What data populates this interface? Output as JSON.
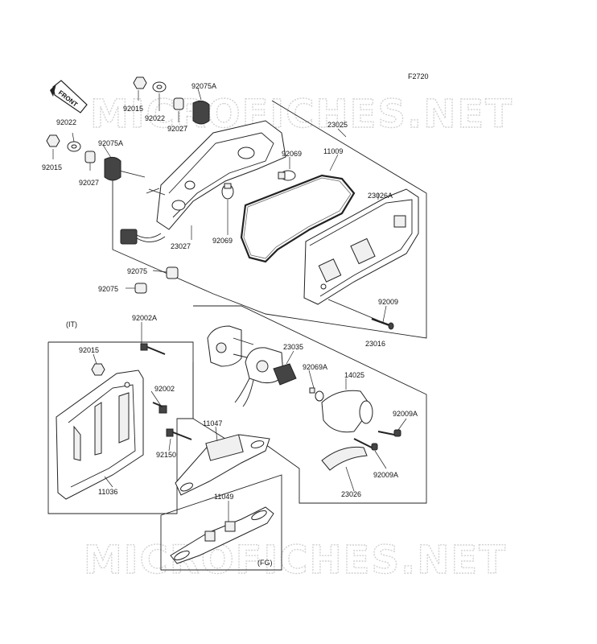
{
  "figure_code": "F2720",
  "front_label": "FRONT",
  "region_it": "(IT)",
  "region_fg": "(FG)",
  "watermark": "MICROFICHES.NET",
  "parts": {
    "p92015a": "92015",
    "p92022a": "92022",
    "p92075a1": "92075A",
    "p92027a": "92027",
    "p92022b": "92022",
    "p92015b": "92015",
    "p92075a2": "92075A",
    "p92027b": "92027",
    "p23025": "23025",
    "p92069a": "92069",
    "p11009": "11009",
    "p23026a": "23026A",
    "p92069b": "92069",
    "p23027": "23027",
    "p92075x": "92075",
    "p92075y": "92075",
    "p92009": "92009",
    "p92002a": "92002A",
    "p92015c": "92015",
    "p23035": "23035",
    "p23016": "23016",
    "p92069c": "92069A",
    "p14025": "14025",
    "p92002": "92002",
    "p11047": "11047",
    "p92009a1": "92009A",
    "p92150": "92150",
    "p92009a2": "92009A",
    "p11036": "11036",
    "p23026": "23026",
    "p11049": "11049"
  }
}
